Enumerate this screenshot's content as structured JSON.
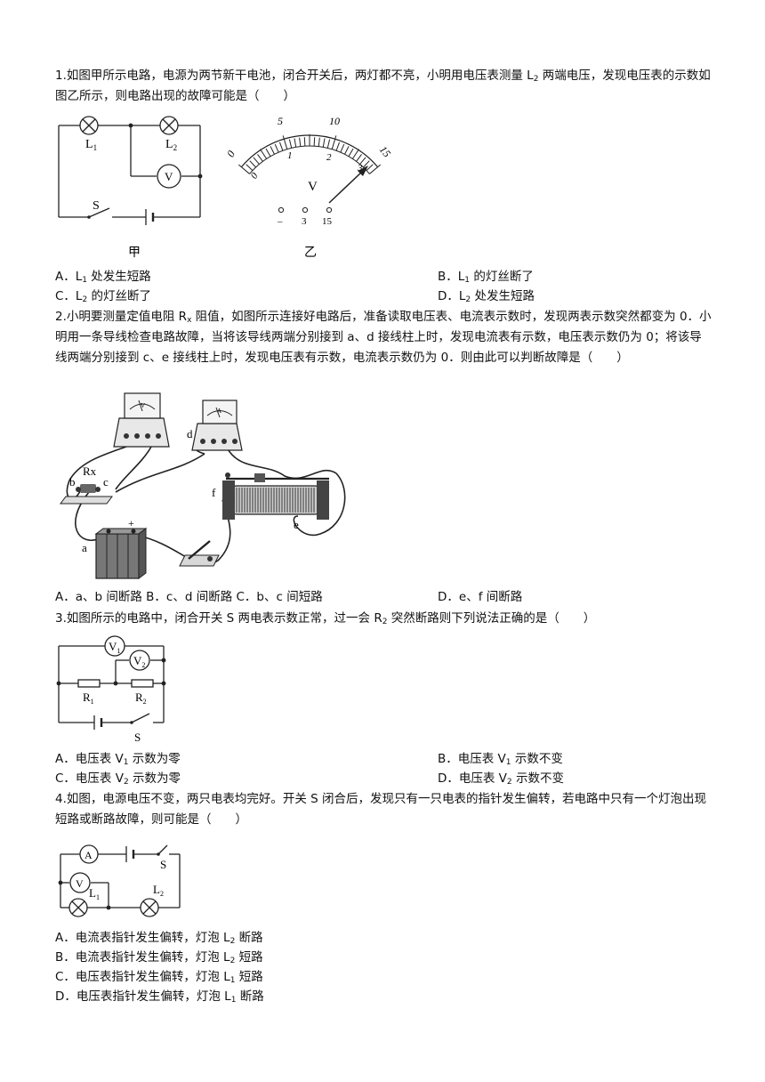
{
  "questions": [
    {
      "pre": "1.如图甲所示电路，电源为两节新干电池，闭合开关后，两灯都不亮，小明用电压表测量 L",
      "sub": "2",
      "post": " 两端电压，发现电压表的示数如图乙所示，则电路出现的故障可能是（　　）",
      "fig_labels": {
        "l1": "L",
        "l1_sub": "1",
        "l2": "L",
        "l2_sub": "2",
        "v": "V",
        "s": "S",
        "jia": "甲",
        "yi": "乙"
      },
      "meter": {
        "top_ticks": [
          "0",
          "5",
          "10",
          "15"
        ],
        "bottom_ticks": [
          "0",
          "1",
          "2",
          "3"
        ],
        "unit": "V",
        "terminals": [
          "–",
          "3",
          "15"
        ]
      },
      "options": [
        {
          "a": "A．L",
          "s": "1",
          "b": " 处发生短路"
        },
        {
          "a": "B．L",
          "s": "1",
          "b": " 的灯丝断了"
        },
        {
          "a": "C．L",
          "s": "2",
          "b": " 的灯丝断了"
        },
        {
          "a": "D．L",
          "s": "2",
          "b": " 处发生短路"
        }
      ]
    },
    {
      "pre": "2.小明要测量定值电阻 R",
      "sub": "x",
      "post": " 阻值，如图所示连接好电路后，准备读取电压表、电流表示数时，发现两表示数突然都变为 0．小明用一条导线检查电路故障，当将该导线两端分别接到 a、d 接线柱上时，发现电流表有示数，电压表示数仍为 0；将该导线两端分别接到 c、e 接线柱上时，发现电压表有示数，电流表示数仍为 0．则由此可以判断故障是（　　）",
      "fig_labels": {
        "d": "d",
        "rx": "Rx",
        "b": "b",
        "c": "c",
        "f": "f",
        "e": "e",
        "a": "a",
        "plus": "+",
        "vface": "V",
        "aface": "A"
      },
      "options_abc": "A．a、b 间断路 B．c、d 间断路 C．b、c 间短路",
      "option_d": "D．e、f 间断路"
    },
    {
      "pre": "3.如图所示的电路中，闭合开关 S 两电表示数正常，过一会 R",
      "sub": "2",
      "post": " 突然断路则下列说法正确的是（　　）",
      "fig_labels": {
        "v1": "V",
        "v1_sub": "1",
        "v2": "V",
        "v2_sub": "2",
        "r1": "R",
        "r1_sub": "1",
        "r2": "R",
        "r2_sub": "2",
        "s": "S"
      },
      "options": [
        {
          "a": "A．电压表 V",
          "s": "1",
          "b": " 示数为零"
        },
        {
          "a": "B．电压表 V",
          "s": "1",
          "b": " 示数不变"
        },
        {
          "a": "C．电压表 V",
          "s": "2",
          "b": " 示数为零"
        },
        {
          "a": "D．电压表 V",
          "s": "2",
          "b": " 示数不变"
        }
      ]
    },
    {
      "text": "4.如图，电源电压不变，两只电表均完好。开关 S 闭合后，发现只有一只电表的指针发生偏转，若电路中只有一个灯泡出现短路或断路故障，则可能是（　　）",
      "fig_labels": {
        "a": "A",
        "s": "S",
        "v": "V",
        "l1": "L",
        "l1_sub": "1",
        "l2": "L",
        "l2_sub": "2"
      },
      "options": [
        {
          "a": "A．电流表指针发生偏转，灯泡 L",
          "s": "2",
          "b": " 断路"
        },
        {
          "a": "B．电流表指针发生偏转，灯泡 L",
          "s": "2",
          "b": " 短路"
        },
        {
          "a": "C．电压表指针发生偏转，灯泡 L",
          "s": "1",
          "b": " 短路"
        },
        {
          "a": "D．电压表指针发生偏转，灯泡 L",
          "s": "1",
          "b": " 断路"
        }
      ]
    }
  ]
}
